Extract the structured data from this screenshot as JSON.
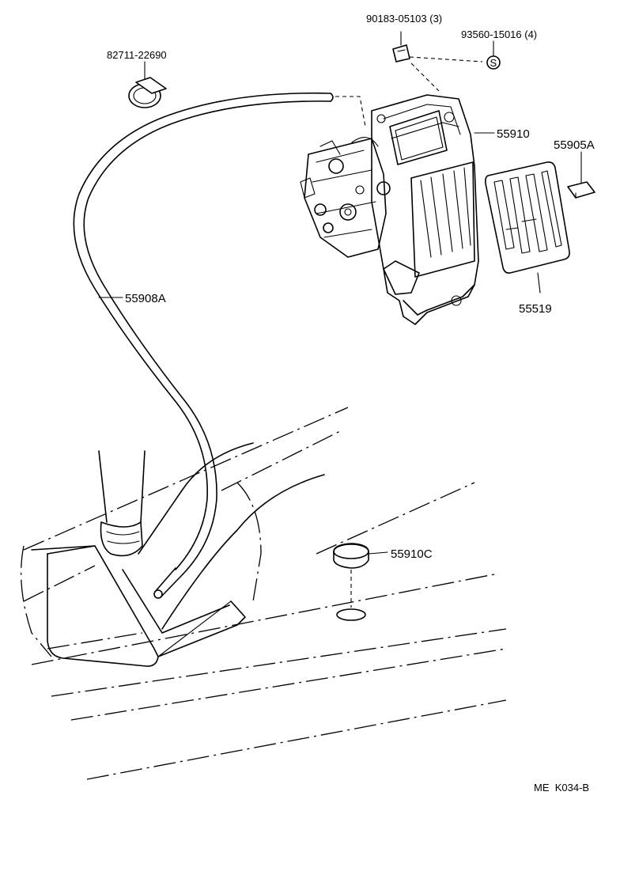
{
  "diagram": {
    "parts": [
      {
        "id": "clamp",
        "label": "82711-22690",
        "icon": "cable-clamp"
      },
      {
        "id": "bolt",
        "label": "90183-05103 (3)",
        "icon": "bolt-nut"
      },
      {
        "id": "screw",
        "label": "93560-15016 (4)",
        "icon": "screw-symbol"
      },
      {
        "id": "housing",
        "label": "55910",
        "icon": "control-housing"
      },
      {
        "id": "knob",
        "label": "55905A",
        "icon": "control-knob"
      },
      {
        "id": "cable",
        "label": "55908A",
        "icon": "control-cable"
      },
      {
        "id": "panel",
        "label": "55519",
        "icon": "control-panel-plate"
      },
      {
        "id": "plug",
        "label": "55910C",
        "icon": "hole-plug"
      }
    ],
    "screw_symbol": "S",
    "ref_code": "ME  K034-B"
  }
}
